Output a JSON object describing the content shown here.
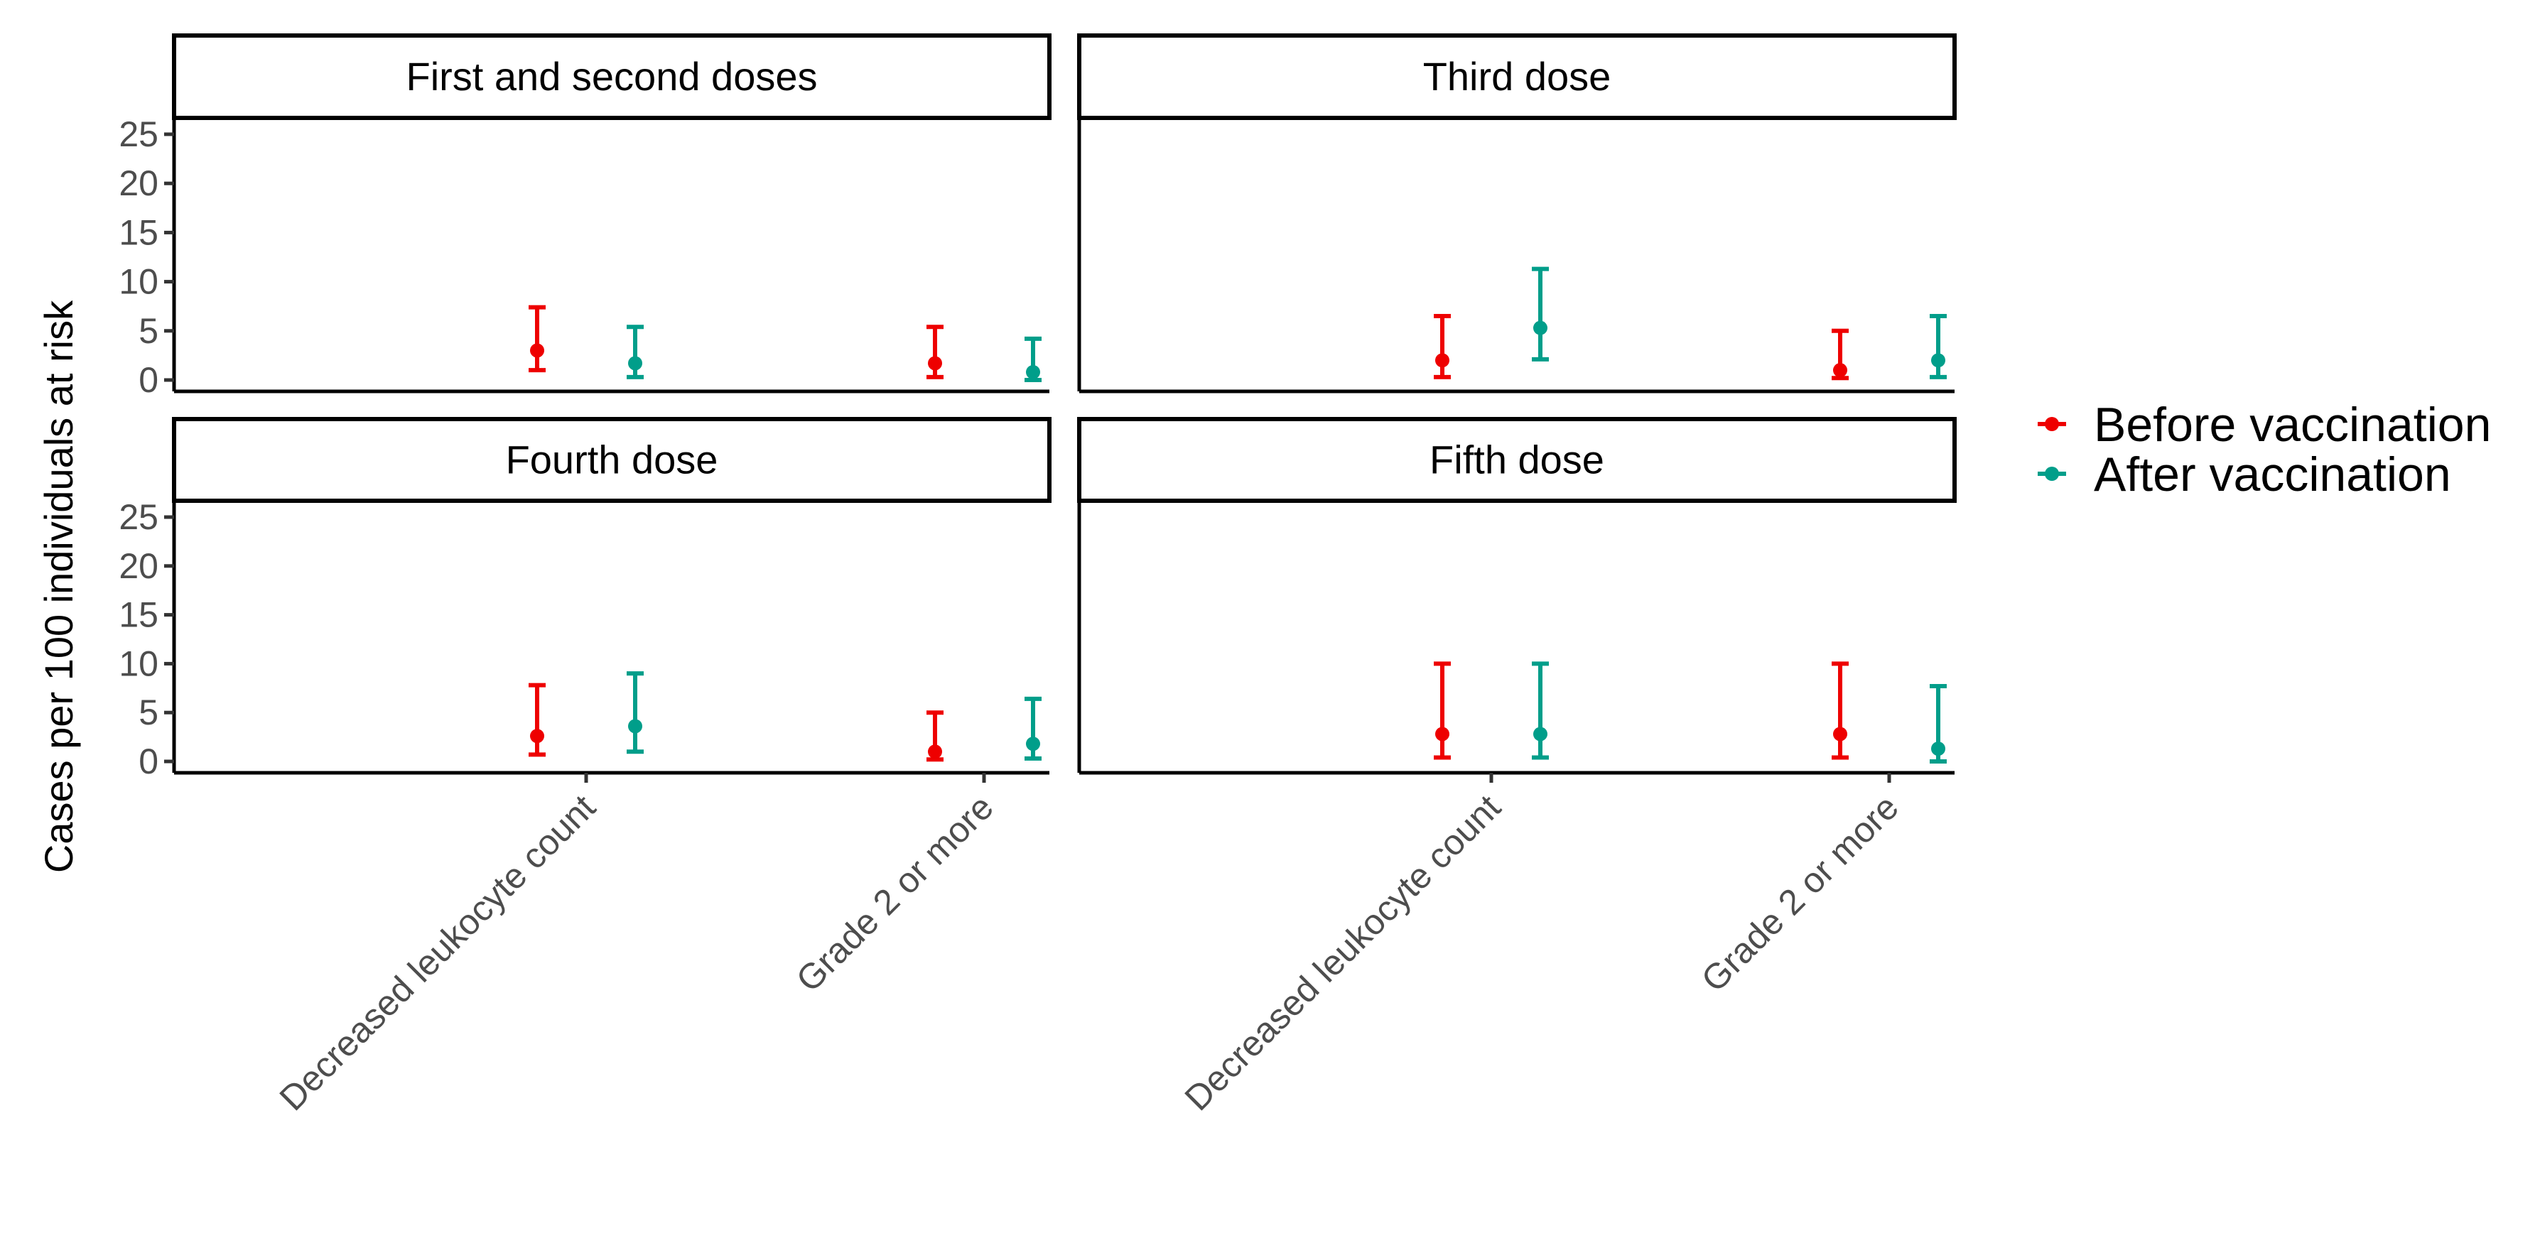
{
  "chart_data": {
    "type": "errorbar",
    "ylabel": "Cases per 100 individuals at risk",
    "ylim": [
      0,
      25
    ],
    "yticks": [
      0,
      5,
      10,
      15,
      20,
      25
    ],
    "categories": [
      "Decreased leukocyte count",
      "Grade 2 or more"
    ],
    "legend": {
      "position": "right",
      "entries": [
        {
          "label": "Before vaccination",
          "color": "#EE0000"
        },
        {
          "label": "After vaccination",
          "color": "#009E8A"
        }
      ]
    },
    "panels": [
      {
        "title": "First and second doses",
        "series": [
          {
            "name": "Before vaccination",
            "points": [
              {
                "category": "Decreased leukocyte count",
                "estimate": 3.0,
                "lower": 1.0,
                "upper": 7.4
              },
              {
                "category": "Grade 2 or more",
                "estimate": 1.7,
                "lower": 0.3,
                "upper": 5.4
              }
            ]
          },
          {
            "name": "After vaccination",
            "points": [
              {
                "category": "Decreased leukocyte count",
                "estimate": 1.7,
                "lower": 0.3,
                "upper": 5.4
              },
              {
                "category": "Grade 2 or more",
                "estimate": 0.8,
                "lower": 0.0,
                "upper": 4.2
              }
            ]
          }
        ]
      },
      {
        "title": "Third dose",
        "series": [
          {
            "name": "Before vaccination",
            "points": [
              {
                "category": "Decreased leukocyte count",
                "estimate": 2.0,
                "lower": 0.3,
                "upper": 6.5
              },
              {
                "category": "Grade 2 or more",
                "estimate": 1.0,
                "lower": 0.2,
                "upper": 5.0
              }
            ]
          },
          {
            "name": "After vaccination",
            "points": [
              {
                "category": "Decreased leukocyte count",
                "estimate": 5.3,
                "lower": 2.1,
                "upper": 11.3
              },
              {
                "category": "Grade 2 or more",
                "estimate": 2.0,
                "lower": 0.3,
                "upper": 6.5
              }
            ]
          }
        ]
      },
      {
        "title": "Fourth dose",
        "series": [
          {
            "name": "Before vaccination",
            "points": [
              {
                "category": "Decreased leukocyte count",
                "estimate": 2.6,
                "lower": 0.7,
                "upper": 7.8
              },
              {
                "category": "Grade 2 or more",
                "estimate": 1.0,
                "lower": 0.2,
                "upper": 5.0
              }
            ]
          },
          {
            "name": "After vaccination",
            "points": [
              {
                "category": "Decreased leukocyte count",
                "estimate": 3.6,
                "lower": 1.0,
                "upper": 9.0
              },
              {
                "category": "Grade 2 or more",
                "estimate": 1.8,
                "lower": 0.3,
                "upper": 6.4
              }
            ]
          }
        ]
      },
      {
        "title": "Fifth dose",
        "series": [
          {
            "name": "Before vaccination",
            "points": [
              {
                "category": "Decreased leukocyte count",
                "estimate": 2.8,
                "lower": 0.4,
                "upper": 10.0
              },
              {
                "category": "Grade 2 or more",
                "estimate": 2.8,
                "lower": 0.4,
                "upper": 10.0
              }
            ]
          },
          {
            "name": "After vaccination",
            "points": [
              {
                "category": "Decreased leukocyte count",
                "estimate": 2.8,
                "lower": 0.4,
                "upper": 10.0
              },
              {
                "category": "Grade 2 or more",
                "estimate": 1.3,
                "lower": 0.0,
                "upper": 7.7
              }
            ]
          }
        ]
      }
    ]
  }
}
